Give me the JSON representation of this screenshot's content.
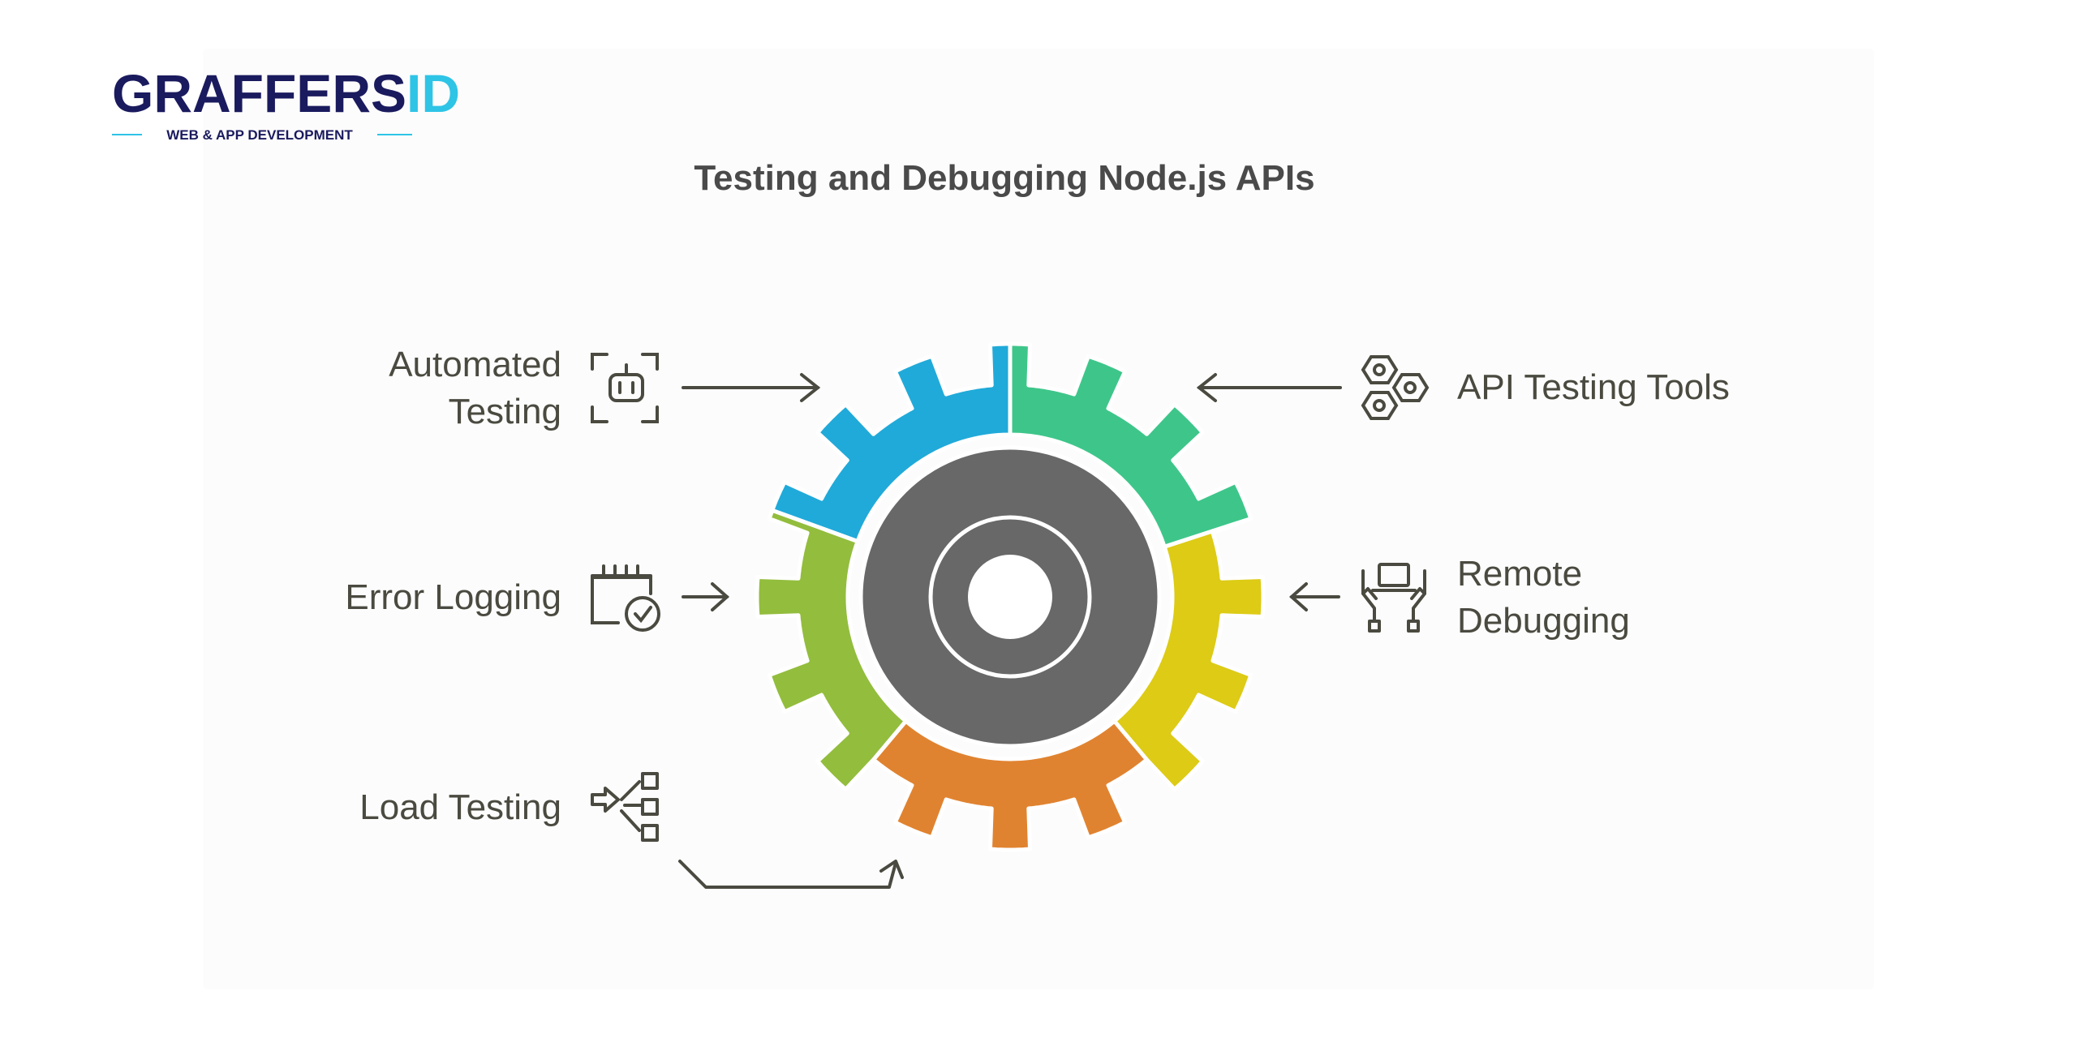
{
  "logo": {
    "brand_main": "GRAFFERS",
    "brand_accent": "ID",
    "tagline": "WEB & APP DEVELOPMENT",
    "main_color": "#1a1a5e",
    "accent_color": "#2ec4e6"
  },
  "title": "Testing and Debugging Node.js APIs",
  "colors": {
    "text": "#4a4a40",
    "hub": "#686868",
    "blue": "#20aad9",
    "green": "#3ec68a",
    "yellow": "#ddcb16",
    "orange": "#e08330",
    "lime": "#93bd3d"
  },
  "items": {
    "automated": {
      "line1": "Automated",
      "line2": "Testing",
      "icon": "robot-icon",
      "color": "blue"
    },
    "api_tools": {
      "label": "API Testing Tools",
      "icon": "hexagon-bolts-icon",
      "color": "green"
    },
    "error": {
      "label": "Error Logging",
      "icon": "calendar-check-icon",
      "color": "lime"
    },
    "remote": {
      "line1": "Remote",
      "line2": "Debugging",
      "icon": "hands-laptop-icon",
      "color": "yellow"
    },
    "load": {
      "label": "Load Testing",
      "icon": "distribution-icon",
      "color": "orange"
    }
  }
}
